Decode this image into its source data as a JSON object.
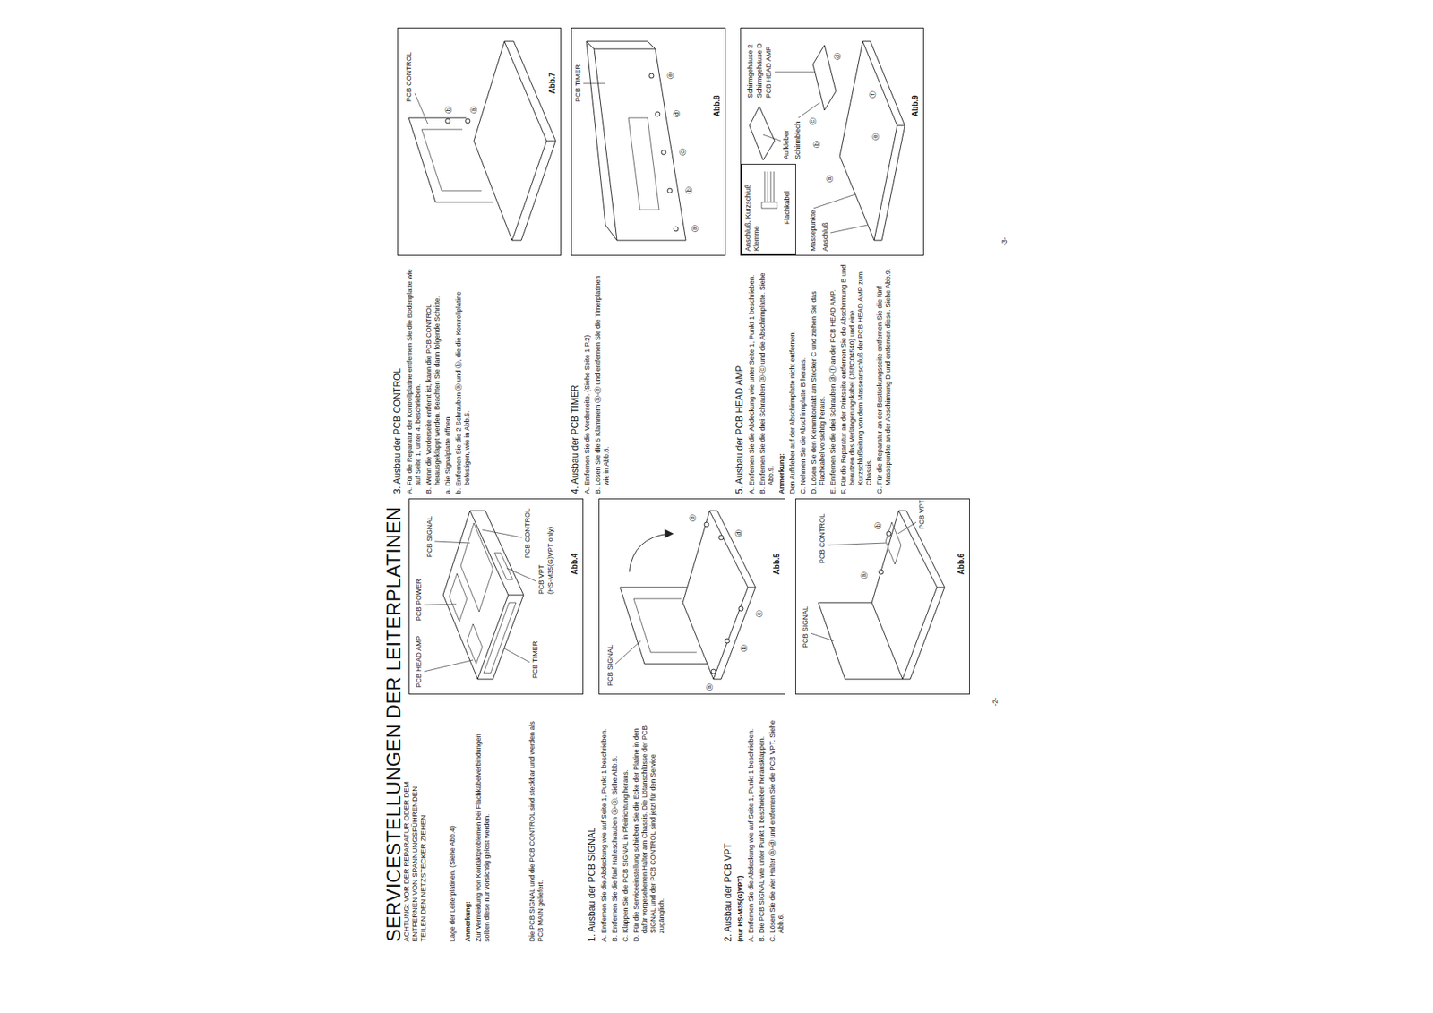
{
  "diagram": {
    "title": "SERVICESTELLUNGEN DER LEITERPLATINEN",
    "nodes": [
      {
        "text": [
          "Abb.4"
        ]
      },
      {
        "text": [
          "Abb.5"
        ]
      },
      {
        "text": [
          "Abb.6"
        ]
      },
      {
        "text": [
          "Abb.7"
        ]
      },
      {
        "text": [
          "Abb.8"
        ]
      },
      {
        "text": [
          "Abb.9"
        ]
      },
      {
        "text": [
          "Anschluß, Kurzschluß Klemme"
        ],
        "in": 5
      }
    ],
    "labels": [
      "ACHTUNG: VOR DER REPARATUR ODER DEM ENTFERNEN VON SPANNUNGSFÜHRENDEN TEILEN DEN NETZSTECKER ZIEHEN",
      "Lage der Leiterplatinen. (Siehe Abb.4)",
      "Anmerkung:",
      "Zur Vermeidung von Kontaktproblemen bei Flachkabelverbindungen sollten diese nur vorsichtig gelöst werden.",
      "Die PCB SIGNAL und die PCB CONTROL sind steckbar und werden als PCB MAIN geliefert.",
      "1. Ausbau der PCB SIGNAL",
      "A. Entfernen Sie die Abdeckung wie auf Seite 1, Punkt 1 beschrieben.",
      "B. Entfernen Sie die fünf Halteschrauben ⓐ-ⓔ. Siehe Abb.5.",
      "C. Klappen Sie die PCB SIGNAL in Pfeilrichtung heraus.",
      "D. Für die Serviceeinstellung schieben Sie die Ecke der Platine in den dafür vorgesehenen Halter am Chassis. Die Lötanschlüsse der PCB SIGNAL und der PCB CONTROL sind jetzt für den Service zugänglich.",
      "2. Ausbau der PCB VPT",
      "(nur HS-M35(G)VPT)",
      "A. Entfernen Sie die Abdeckung wie auf Seite 1, Punkt 1 beschrieben.",
      "B. Die PCB SIGNAL wie unter Punkt 1 beschrieben herausklappen.",
      "C. Lösen Sie die vier Halter ⓐ-ⓓ und entfernen Sie die PCB VPT. Siehe Abb.6.",
      "3. Ausbau der PCB CONTROL",
      "A. Für die Reparatur der Kontrollplatine entfernen Sie die Bodenplatte wie auf Seite 1, unter 4. beschrieben.",
      "B. Wenn die Vorderseite entfernt ist, kann die PCB CONTROL herausgeklappt werden. Beachten Sie dann folgende Schritte.",
      "a. Die Signalplatte öffnen.",
      "b. Entfernen Sie die 2 Schrauben ⓐ und ⓑ, die die Kontrollplatine befestigen, wie in Abb.5.",
      "4. Ausbau der PCB TIMER",
      "A. Entfernen Sie die Vorderseite. (Siehe Seite 1 P.2)",
      "B. Lösen Sie die 5 Klammern ⓐ-ⓔ und entfernen Sie die Timerplatinen wie in Abb.8.",
      "5. Ausbau der PCB HEAD AMP",
      "A. Entfernen Sie die Abdeckung wie unter Seite 1, Punkt 1 beschrieben.",
      "B. Entfernen Sie die drei Schrauben ⓐ-ⓒ und die Abschirmplatte. Siehe Abb.9.",
      "Anmerkung:",
      "Den Aufkleber auf der Abschirmplatte nicht entfernen.",
      "C. Nehmen Sie die Abschirmplatte B heraus.",
      "D. Lösen Sie den Klemmkontakt am Stecker C und ziehen Sie das Flachkabel vorsichtig heraus.",
      "E. Entfernen Sie die drei Schrauben ⓓ-ⓕ an der PCB HEAD AMP.",
      "F. Für die Reparatur an der Printseite entfernen Sie die Abschirmung B und benutzen das Verlängerungskabel (J6BC04540) und eine Kurzschlußleitung von dem Masseanschluß der PCB HEAD AMP zum Chassis.",
      "G. Für die Reparatur an der Bestückungsseite entfernen Sie die fünf Massepunkte an der Abschirmung D und entfernen diese. Siehe Abb.9.",
      "PCB HEAD AMP",
      "PCB POWER",
      "PCB SIGNAL",
      "PCB CONTROL",
      "PCB TIMER",
      "PCB VPT",
      "(HS-M35(G)VPT only)",
      "PCB SIGNAL",
      "ⓐ",
      "ⓑ",
      "ⓒ",
      "ⓓ",
      "ⓔ",
      "PCB SIGNAL",
      "PCB CONTROL",
      "PCB VPT",
      "ⓐ",
      "ⓑ",
      "PCB CONTROL",
      "ⓐ",
      "ⓑ",
      "PCB TIMER",
      "ⓐ",
      "ⓑ",
      "ⓒ",
      "ⓓ",
      "ⓔ",
      "Aufkleber",
      "Schirmblech",
      "Schirmgehäuse 2",
      "Schirmgehäuse D",
      "PCB HEAD AMP",
      "Massepunkte",
      "Anschluß",
      "ⓐ",
      "ⓑ",
      "ⓒ",
      "ⓓ",
      "ⓔ",
      "ⓕ",
      "Flachkabel",
      "-2-",
      "-3-"
    ]
  }
}
